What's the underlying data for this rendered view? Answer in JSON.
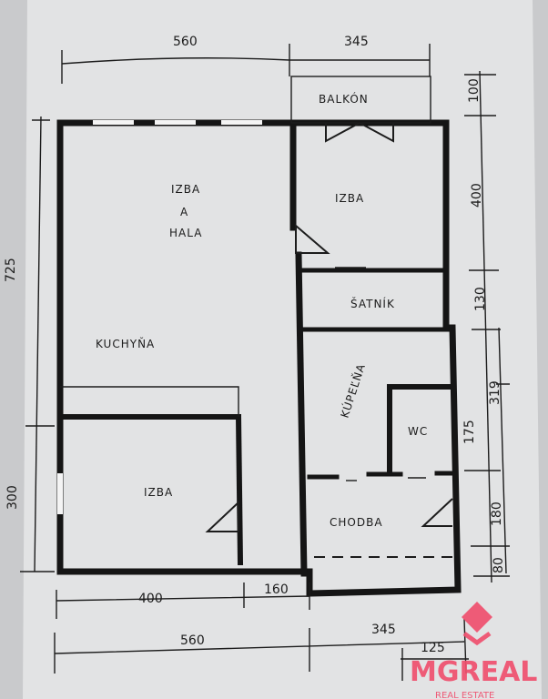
{
  "plan": {
    "rooms": {
      "living_line1": "IZBA",
      "living_line2": "A",
      "living_line3": "HALA",
      "kitchen": "KUCHYŇA",
      "bedroom_right": "IZBA",
      "wardrobe": "ŠATNÍK",
      "bathroom": "KÚPEĽŇA",
      "wc": "WC",
      "bedroom_left": "IZBA",
      "corridor": "CHODBA",
      "balcony": "BALKÓN"
    },
    "dimensions": {
      "top_left": "560",
      "top_right": "345",
      "right_balcony": "100",
      "right_bedroom": "400",
      "right_wardrobe": "130",
      "right_wc": "175",
      "right_bath_total": "319",
      "right_corridor": "180",
      "right_bottom": "80",
      "left_upper": "725",
      "left_lower": "300",
      "bottom_room": "400",
      "bottom_gap": "160",
      "bottom_left_total": "560",
      "bottom_right_total": "345",
      "bottom_small": "125"
    }
  },
  "watermark": {
    "brand": "MGREAL",
    "tagline": "REAL ESTATE",
    "color": "#f0506e"
  }
}
